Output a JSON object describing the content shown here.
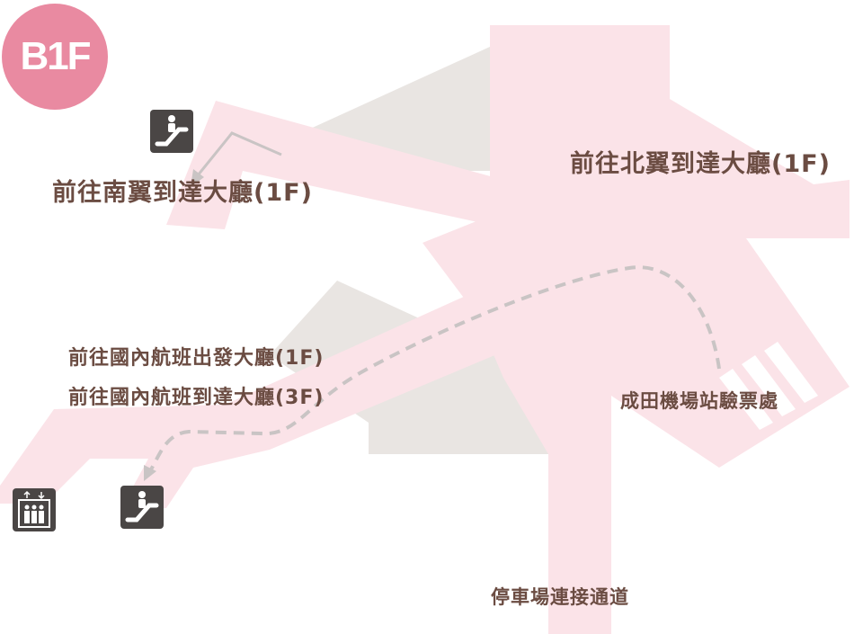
{
  "floor_badge": "B1F",
  "labels": {
    "south_wing": "前往南翼到達大廳(1F)",
    "north_wing": "前往北翼到達大廳(1F)",
    "domestic_departure": "前往國內航班出發大廳(1F)",
    "domestic_arrival": "前往國內航班到達大廳(3F)",
    "ticket_gate": "成田機場站驗票處",
    "parking_passage": "停車場連接通道"
  },
  "icons": {
    "escalator_top": "escalator-icon",
    "escalator_bottom": "escalator-icon",
    "elevator": "elevator-icon"
  },
  "colors": {
    "corridor": "#fbe3e8",
    "building": "#e9e5e2",
    "badge": "#e98aa1",
    "text": "#6b4c42",
    "route": "#c9c4c4"
  }
}
